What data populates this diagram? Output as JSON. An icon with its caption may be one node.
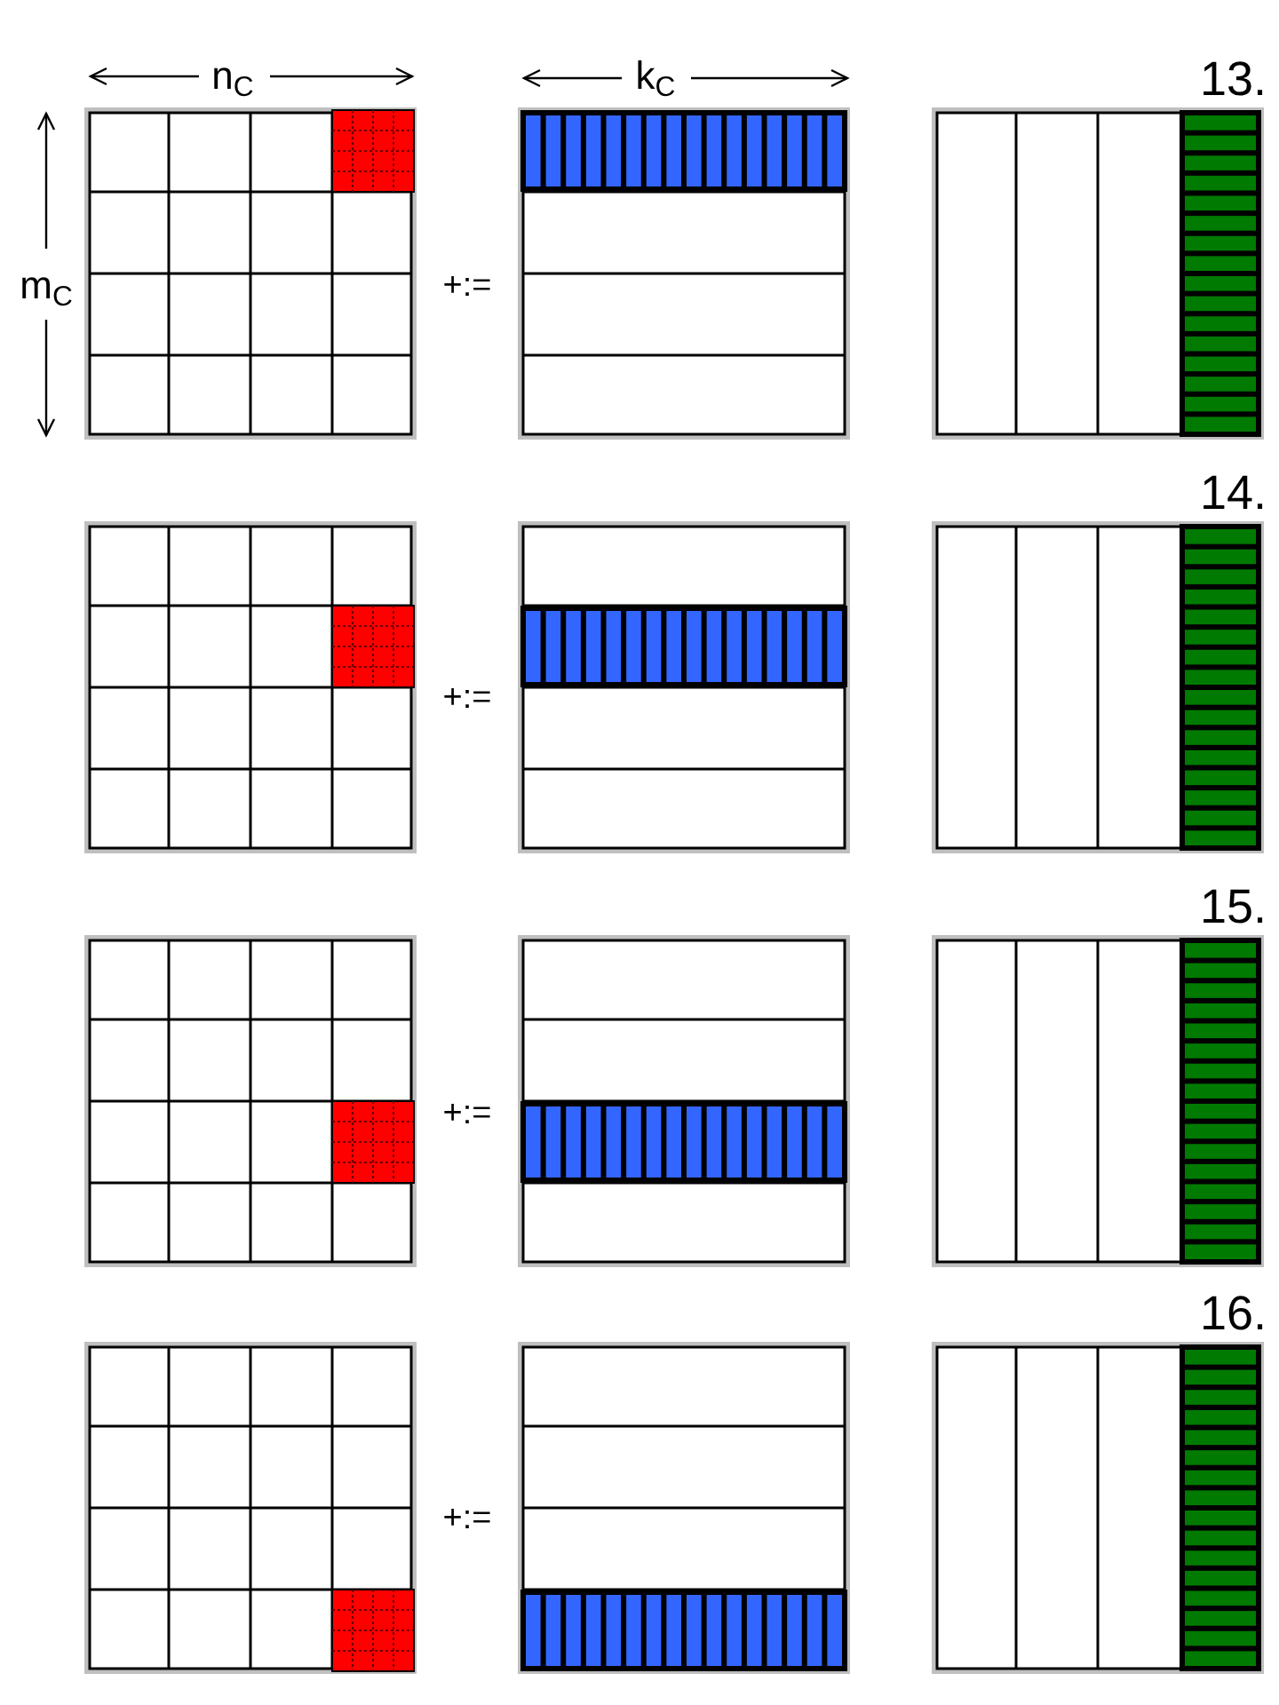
{
  "diagram": {
    "labels": [
      "n$_{C}$",
      "k$_{C}$",
      "13.",
      "m$_{C}$",
      "+:=",
      "14.",
      "+:=",
      "15.",
      "+:=",
      "16.",
      "+:="
    ]
  }
}
